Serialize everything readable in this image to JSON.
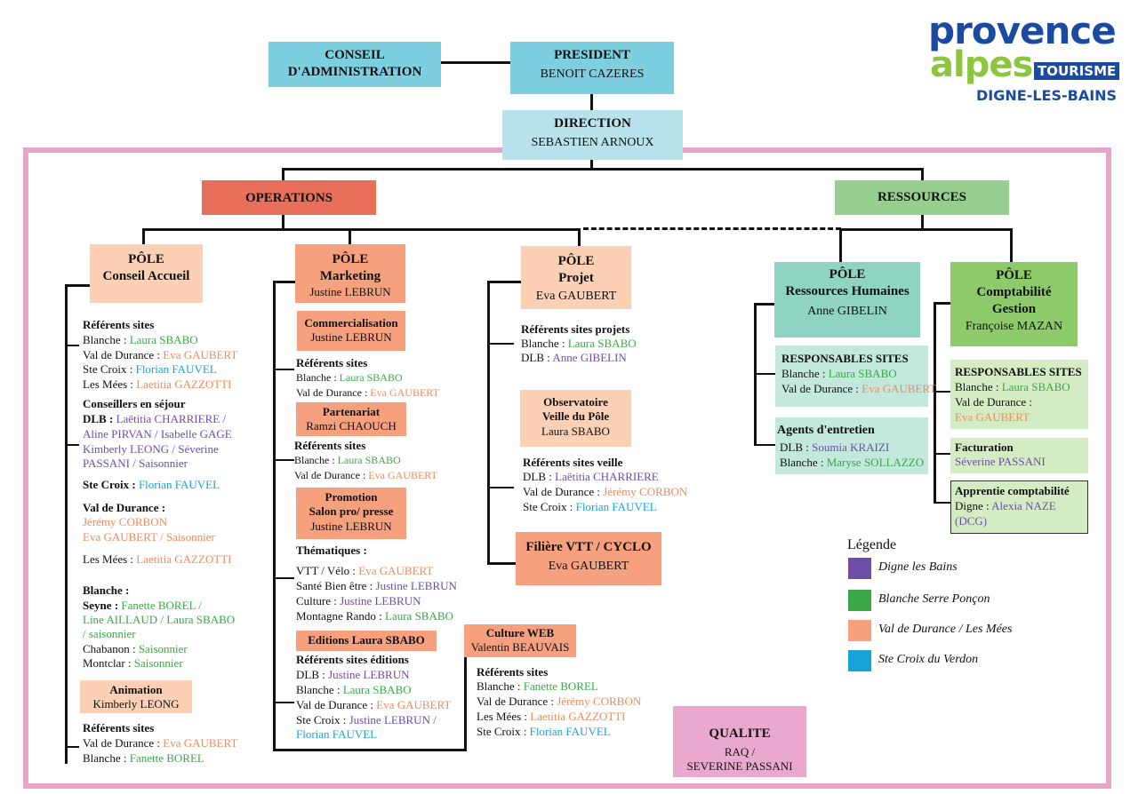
{
  "logo": {
    "provence": "provence",
    "alpes": "alpes",
    "tourisme": "TOURISME",
    "town": "DIGNE-LES-BAINS"
  },
  "top": {
    "conseil": {
      "l1": "CONSEIL",
      "l2": "D'ADMINISTRATION"
    },
    "president": {
      "title": "PRESIDENT",
      "name": "BENOIT CAZERES"
    },
    "direction": {
      "title": "DIRECTION",
      "name": "SEBASTIEN ARNOUX"
    },
    "operations": "OPERATIONS",
    "ressources": "RESSOURCES"
  },
  "accueil": {
    "title": "PÔLE",
    "sub": "Conseil Accueil",
    "ref_title": "Référents sites",
    "ref": [
      [
        "Blanche : ",
        "Laura SBABO"
      ],
      [
        "Val de Durance : ",
        "Eva GAUBERT"
      ],
      [
        "Ste Croix : ",
        "Florian FAUVEL"
      ],
      [
        "Les Mées : ",
        "Laetitia GAZZOTTI"
      ]
    ],
    "cs_title": "Conseillers en séjour",
    "dlb_label": "DLB : ",
    "dlb1": "Laëtitia CHARRIERE /",
    "dlb2": "Aline PIRVAN / Isabelle GAGE",
    "dlb3": "Kimberly LEONG / Séverine",
    "dlb4": "PASSANI / Saisonnier",
    "stecroix_label": "Ste Croix : ",
    "stecroix": "Florian FAUVEL",
    "vdd_label": "Val de Durance :",
    "vdd1": "Jérémy CORBON",
    "vdd2": "Eva GAUBERT / Saisonnier",
    "mees_label": "Les Mées : ",
    "mees": "Laetitia GAZZOTTI",
    "blanche_label": "Blanche :",
    "seyne_label": "Seyne : ",
    "seyne1": "Fanette BOREL /",
    "seyne2": "Line AILLAUD / Laura SBABO",
    "seyne3": "/ saisonnier",
    "chabanon_label": "Chabanon : ",
    "chabanon": "Saisonnier",
    "montclar_label": "Montclar : ",
    "montclar": "Saisonnier",
    "anim_title": "Animation",
    "anim_name": "Kimberly LEONG",
    "anim_ref_title": "Référents sites",
    "anim_ref": [
      [
        "Val de Durance : ",
        "Eva GAUBERT"
      ],
      [
        "Blanche : ",
        "Fanette BOREL"
      ]
    ]
  },
  "marketing": {
    "title": "PÔLE",
    "sub": "Marketing",
    "name": "Justine LEBRUN",
    "com_title": "Commercialisation",
    "com_name": "Justine LEBRUN",
    "com_ref_title": "Référents sites",
    "com_ref": [
      [
        "Blanche : ",
        "Laura SBABO"
      ],
      [
        "Val de Durance : ",
        "Eva  GAUBERT"
      ]
    ],
    "part_title": "Partenariat",
    "part_name": "Ramzi CHAOUCH",
    "part_ref_title": "Référents sites",
    "part_ref": [
      [
        "Blanche : ",
        "Laura SBABO"
      ],
      [
        "Val de Durance : ",
        "Eva GAUBERT"
      ]
    ],
    "promo_l1": "Promotion",
    "promo_l2": "Salon pro/ presse",
    "promo_name": "Justine LEBRUN",
    "them_title": "Thématiques :",
    "them": [
      [
        "VTT / Vélo : ",
        "Eva GAUBERT"
      ],
      [
        "Santé Bien être : ",
        "Justine LEBRUN"
      ],
      [
        "Culture : ",
        "Justine LEBRUN"
      ],
      [
        "Montagne Rando : ",
        "Laura SBABO"
      ]
    ],
    "ed_title": "Editions Laura SBABO",
    "ed_ref_title": "Référents sites éditions",
    "ed_ref": [
      [
        "DLB : ",
        "Justine LEBRUN"
      ],
      [
        "Blanche : ",
        "Laura SBABO"
      ],
      [
        "Val de Durance : ",
        "Eva GAUBERT"
      ],
      [
        "Ste Croix : ",
        "Justine LEBRUN /"
      ]
    ],
    "ed_last": "Florian FAUVEL",
    "web_title": "Culture WEB",
    "web_name": "Valentin BEAUVAIS",
    "web_ref_title": "Référents sites",
    "web_ref": [
      [
        "Blanche : ",
        "Fanette BOREL"
      ],
      [
        "Val de Durance : ",
        "Jérémy CORBON"
      ],
      [
        "Les Mées : ",
        "Laetitia GAZZOTTI"
      ],
      [
        "Ste Croix : ",
        "Florian FAUVEL"
      ]
    ]
  },
  "projet": {
    "title": "PÔLE",
    "sub": "Projet",
    "name": "Eva GAUBERT",
    "ref_title": "Référents sites projets",
    "ref": [
      [
        "Blanche : ",
        "Laura SBABO"
      ],
      [
        "DLB : ",
        "Anne GIBELIN"
      ]
    ],
    "obs_l1": "Observatoire",
    "obs_l2": "Veille du Pôle",
    "obs_name": "Laura SBABO",
    "veille_title": "Référents sites veille",
    "veille": [
      [
        "DLB : ",
        "Laëtitia CHARRIERE"
      ],
      [
        "Val de Durance : ",
        "Jérémy CORBON"
      ],
      [
        "Ste Croix : ",
        "Florian FAUVEL"
      ]
    ],
    "vtt_title": "Filière VTT / CYCLO",
    "vtt_name": "Eva GAUBERT"
  },
  "rh": {
    "title": "PÔLE",
    "sub": "Ressources Humaines",
    "name": "Anne GIBELIN",
    "resp_title": "RESPONSABLES SITES",
    "resp": [
      [
        "Blanche : ",
        "Laura SBABO"
      ],
      [
        "Val de Durance : ",
        "Eva GAUBERT"
      ]
    ],
    "agents_title": "Agents d'entretien",
    "agents": [
      [
        "DLB : ",
        "Soumia KRAIZI"
      ],
      [
        "Blanche : ",
        "Maryse SOLLAZZO"
      ]
    ]
  },
  "compta": {
    "title": "PÔLE",
    "sub1": "Comptabilité",
    "sub2": "Gestion",
    "name": "Françoise MAZAN",
    "resp_title": "RESPONSABLES SITES",
    "resp_b_label": "Blanche : ",
    "resp_b": "Laura SBABO",
    "resp_v_label": "Val de Durance :",
    "resp_v": "Eva GAUBERT",
    "fact_title": "Facturation",
    "fact_name": "Séverine PASSANI",
    "app_title": "Apprentie comptabilité",
    "app_label": "Digne : ",
    "app_name": "Alexia NAZE",
    "app_name2": "(DCG)"
  },
  "legend": {
    "title": "Légende",
    "items": [
      {
        "label": "Digne les Bains",
        "color": "#6d4fa6"
      },
      {
        "label": "Blanche Serre Ponçon",
        "color": "#3aa846"
      },
      {
        "label": "Val de Durance / Les Mées",
        "color": "#f6a07e"
      },
      {
        "label": "Ste Croix du Verdon",
        "color": "#19a3d9"
      }
    ]
  },
  "qualite": {
    "title": "QUALITE",
    "l1": "RAQ /",
    "l2": "SEVERINE PASSANI"
  }
}
